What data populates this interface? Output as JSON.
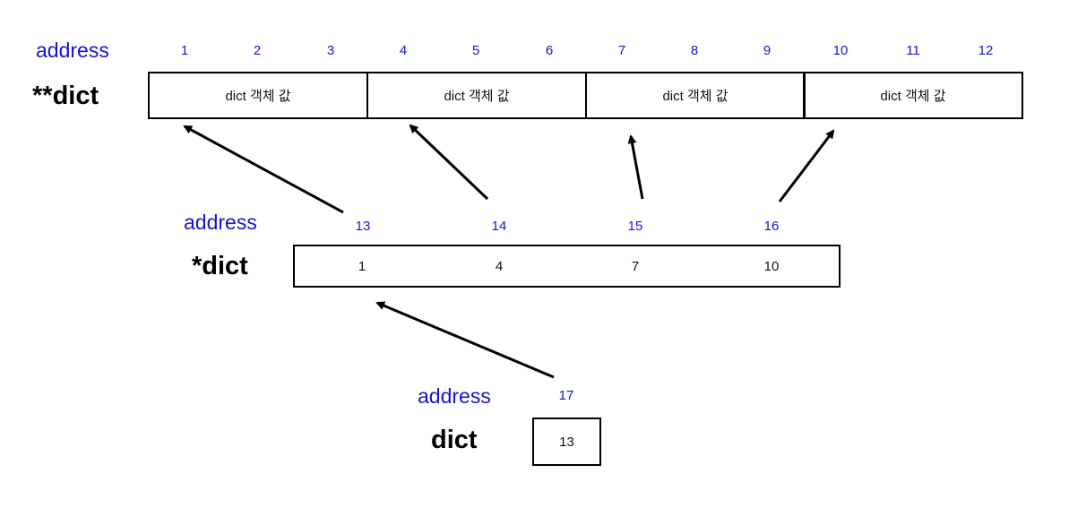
{
  "address_label": "address",
  "rows": {
    "double_ptr": {
      "name": "**dict",
      "addresses": [
        "1",
        "2",
        "3",
        "4",
        "5",
        "6",
        "7",
        "8",
        "9",
        "10",
        "11",
        "12"
      ],
      "cells": [
        "dict 객체 값",
        "dict 객체 값",
        "dict 객체 값",
        "dict 객체 값"
      ]
    },
    "single_ptr": {
      "name": "*dict",
      "addresses": [
        "13",
        "14",
        "15",
        "16"
      ],
      "values": [
        "1",
        "4",
        "7",
        "10"
      ]
    },
    "dict": {
      "name": "dict",
      "addresses": [
        "17"
      ],
      "values": [
        "13"
      ]
    }
  },
  "colors": {
    "address": "#1414d6",
    "box": "#000000"
  }
}
